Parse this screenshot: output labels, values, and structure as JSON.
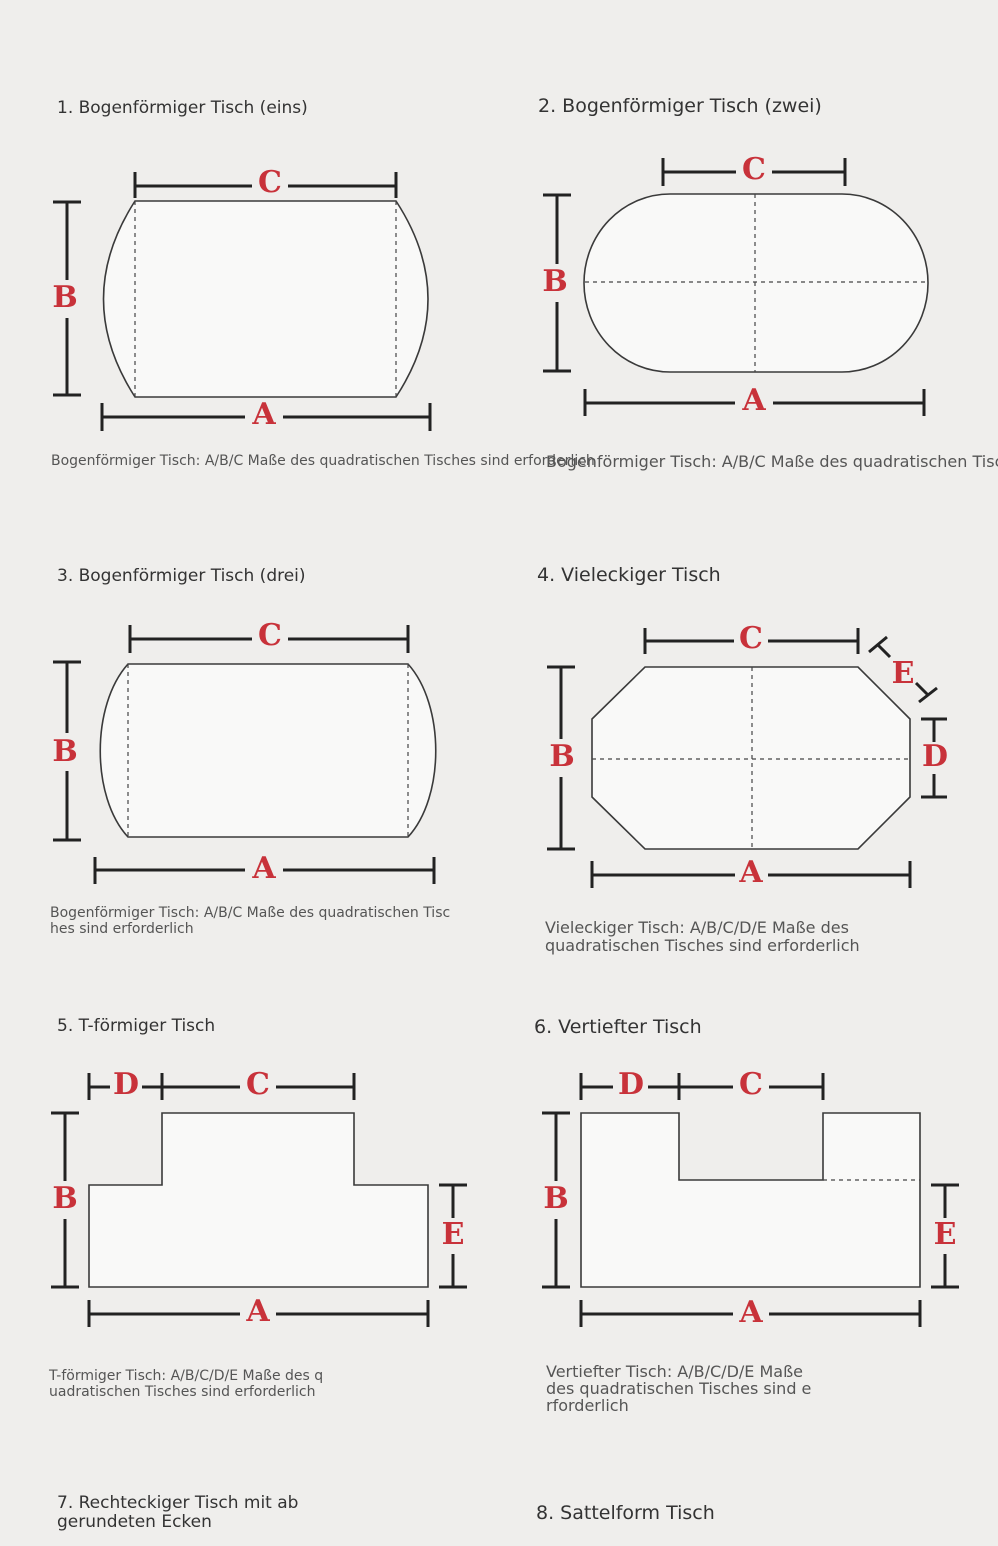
{
  "sections": [
    {
      "title": "1. Bogenförmiger Tisch (eins)",
      "caption": [
        "Bogenförmiger Tisch: A/B/C Maße des quadratischen Tisches sind erforderlich"
      ]
    },
    {
      "title": "2. Bogenförmiger Tisch (zwei)",
      "caption": [
        "Bogenförmiger Tisch: A/B/C Maße des quadratischen Tisc"
      ]
    },
    {
      "title": "3. Bogenförmiger Tisch (drei)",
      "caption": [
        "Bogenförmiger Tisch: A/B/C Maße des quadratischen Tisc",
        "hes sind erforderlich"
      ]
    },
    {
      "title": "4. Vieleckiger Tisch",
      "caption": [
        "Vieleckiger Tisch: A/B/C/D/E Maße des",
        "quadratischen Tisches sind erforderlich"
      ]
    },
    {
      "title": "5. T-förmiger Tisch",
      "caption": [
        "T-förmiger Tisch: A/B/C/D/E Maße des q",
        "uadratischen Tisches sind erforderlich"
      ]
    },
    {
      "title": "6. Vertiefter Tisch",
      "caption": [
        "Vertiefter Tisch: A/B/C/D/E Maße",
        "des quadratischen Tisches sind e",
        "rforderlich"
      ]
    },
    {
      "title": [
        "7. Rechteckiger Tisch mit ab",
        "gerundeten Ecken"
      ]
    },
    {
      "title": "8. Sattelform Tisch"
    }
  ],
  "labels": {
    "a": "A",
    "b": "B",
    "c": "C",
    "d": "D",
    "e": "E"
  },
  "colors": {
    "label": "#c8323a",
    "background": "#efeeec",
    "outline": "#3a3a3a"
  }
}
